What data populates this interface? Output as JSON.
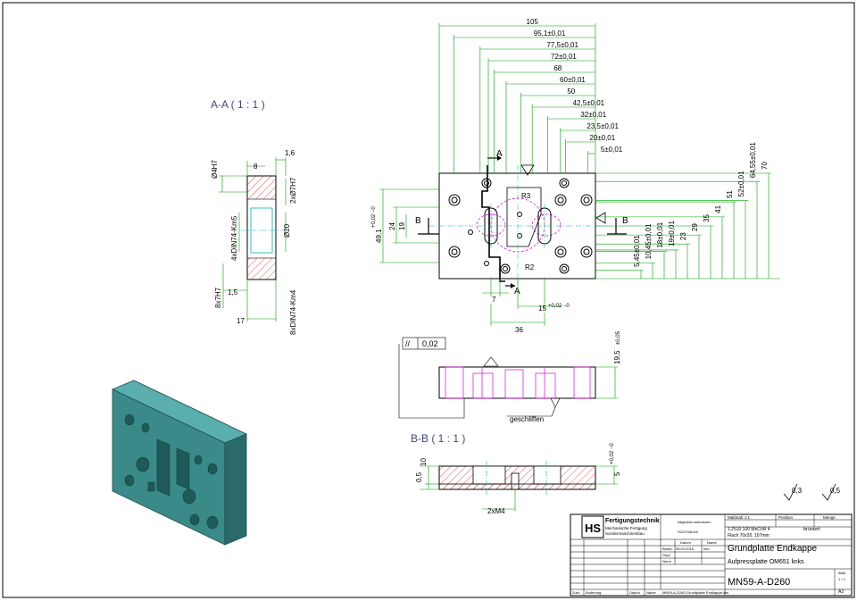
{
  "colors": {
    "dim": "#00a000",
    "hatch": "#e03030",
    "hidden": "#e000e0",
    "axis": "#00b4b4",
    "section": "#3a4a8a",
    "iso_face": "#3b8a8a",
    "iso_top": "#5aaeae",
    "iso_side": "#2a6a6a"
  },
  "views": {
    "section_aa_title": "A-A ( 1 : 1 )",
    "section_bb_title": "B-B ( 1 : 1 )"
  },
  "main_view": {
    "top_dims": [
      "105",
      "95,1",
      "77,5",
      "72",
      "68",
      "60",
      "50",
      "42,5",
      "32",
      "23,5",
      "20",
      "5"
    ],
    "right_dims": [
      "5,45",
      "10,45",
      "18",
      "19",
      "23",
      "29",
      "35",
      "41",
      "51",
      "52",
      "64,55",
      "70"
    ],
    "tol": "±0,01",
    "left_dim_a": "49,1",
    "left_dim_a_tol": "+0,02 −0",
    "left_dim_b": "24",
    "left_dim_c": "19",
    "section_letter_a": "A",
    "section_letter_b": "B",
    "radius_3": "R3",
    "radius_2": "R2",
    "bottom_dim_7": "7",
    "bottom_dim_15": "15",
    "bottom_dim_15_tol": "+0,02 −0",
    "bottom_dim_36": "36"
  },
  "section_aa": {
    "dim_16": "1,6",
    "dim_8": "8",
    "dim_d4": "Ø4H7",
    "dim_2x7": "2xØ7H7",
    "dim_dn5": "4xDIN74-Km5",
    "dim_d20": "Ø20",
    "dim_8x7": "8x7H7",
    "dim_15": "1,5",
    "dim_17": "17",
    "dim_dn4": "8xDIN74-Km4"
  },
  "side_view": {
    "flatness_symbol": "//",
    "flatness_value": "0,02",
    "height": "19,5",
    "height_tol": "±0,05",
    "ground_label": "geschliffen"
  },
  "section_bb": {
    "dim_10": "10",
    "dim_05": "0,5",
    "dim_5": "5",
    "dim_5_tol": "+0,02 −0",
    "thread": "2xM4"
  },
  "roughness": {
    "val1": "0,3",
    "val2": "0,5"
  },
  "title_block": {
    "company_line1": "Fertigungstechnik",
    "company_line2": "Mechanische Fertigung",
    "company_line3": "Sondermaschinenbau",
    "tolerances_label": "Allgemein-toleranzen",
    "tolerances_std": "ISO2768-mK",
    "scale_label": "Maßstab 1:1",
    "position_label": "Position",
    "quantity_label": "Menge",
    "material": "1.2510 100 MnCrW 4",
    "stock": "Flach 70x20, 107mm",
    "finish": "brüniert",
    "date_label": "Datum",
    "name_label": "Name",
    "drawn_label": "Bearb.",
    "drawn_date": "06.03.2015",
    "drawn_name": "hee",
    "checked_label": "Gepr.",
    "norm_label": "Norm",
    "title": "Grundplatte Endkappe",
    "subtitle": "Aufpressplatte OM651 links",
    "drawing_no": "MN59-A-D260",
    "sheet_label": "Blatt",
    "sheet_value": "1 / 1",
    "format": "A2",
    "rev_label": "Zust.",
    "change_label": "Änderung",
    "date_col": "Datum",
    "name_col": "Name",
    "file_name": "MN59-A-D260-Grundplatte Endkappe.idw"
  }
}
